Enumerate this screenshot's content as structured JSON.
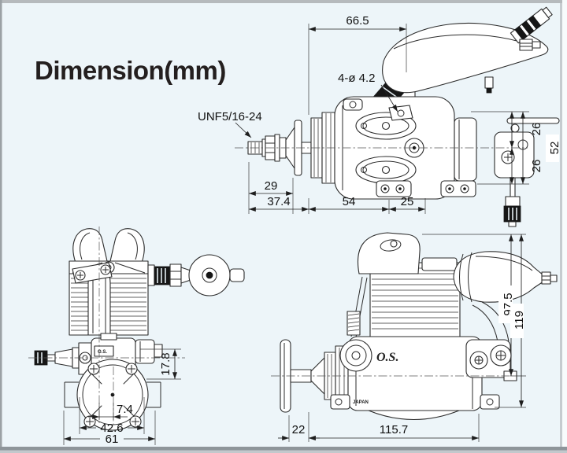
{
  "title": "Dimension(mm)",
  "colors": {
    "background": "#edf5f9",
    "line": "#2b2b2b",
    "dark_fill": "#161616",
    "border_top": "#b6babd",
    "border_left": "#9ba1a5",
    "border_right": "#c6cbcf",
    "border_bottom": "#8e959a"
  },
  "views": {
    "front": {
      "dims": {
        "muffler_width": "66.5",
        "mount_holes": "4-ø 4.2",
        "crank_thread": "UNF5/16-24",
        "washer_face": "29",
        "shaft_front": "37.4",
        "case_front": "54",
        "case_rear": "25",
        "beam_upper": "26",
        "beam_lower": "26",
        "beam_total": "52"
      }
    },
    "top": {
      "logo": "O.S.",
      "dims": {
        "head_height": "17.8",
        "axis_offset": "7.4",
        "hole_span": "42.6",
        "flange_width": "61"
      }
    },
    "side": {
      "logo": "O.S.",
      "origin": "JAPAN",
      "dims": {
        "center_height": "97.5",
        "total_height": "119",
        "washer_depth": "22",
        "total_length": "115.7"
      }
    }
  }
}
